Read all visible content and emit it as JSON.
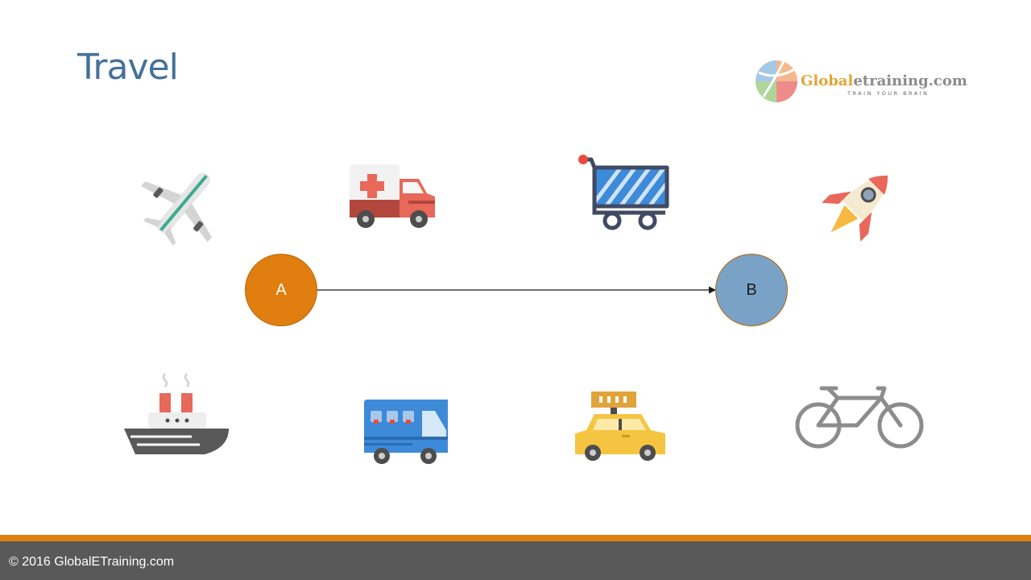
{
  "slide": {
    "title": "Travel"
  },
  "logo": {
    "word_part1": "Global",
    "word_part2": "etraining.com",
    "tagline": "TRAIN YOUR BRAIN"
  },
  "icons": [
    {
      "name": "airplane-icon"
    },
    {
      "name": "ambulance-icon"
    },
    {
      "name": "shopping-cart-icon"
    },
    {
      "name": "rocket-icon"
    },
    {
      "name": "ship-icon"
    },
    {
      "name": "bus-icon"
    },
    {
      "name": "taxi-icon"
    },
    {
      "name": "bicycle-icon"
    }
  ],
  "diagram": {
    "node_a": {
      "label": "A",
      "color": "#e07f0f"
    },
    "node_b": {
      "label": "B",
      "color": "#7aa2c6"
    }
  },
  "footer": {
    "copyright": "© 2016 GlobalETraining.com",
    "accent_color": "#e07f0f",
    "bar_color": "#595959"
  }
}
